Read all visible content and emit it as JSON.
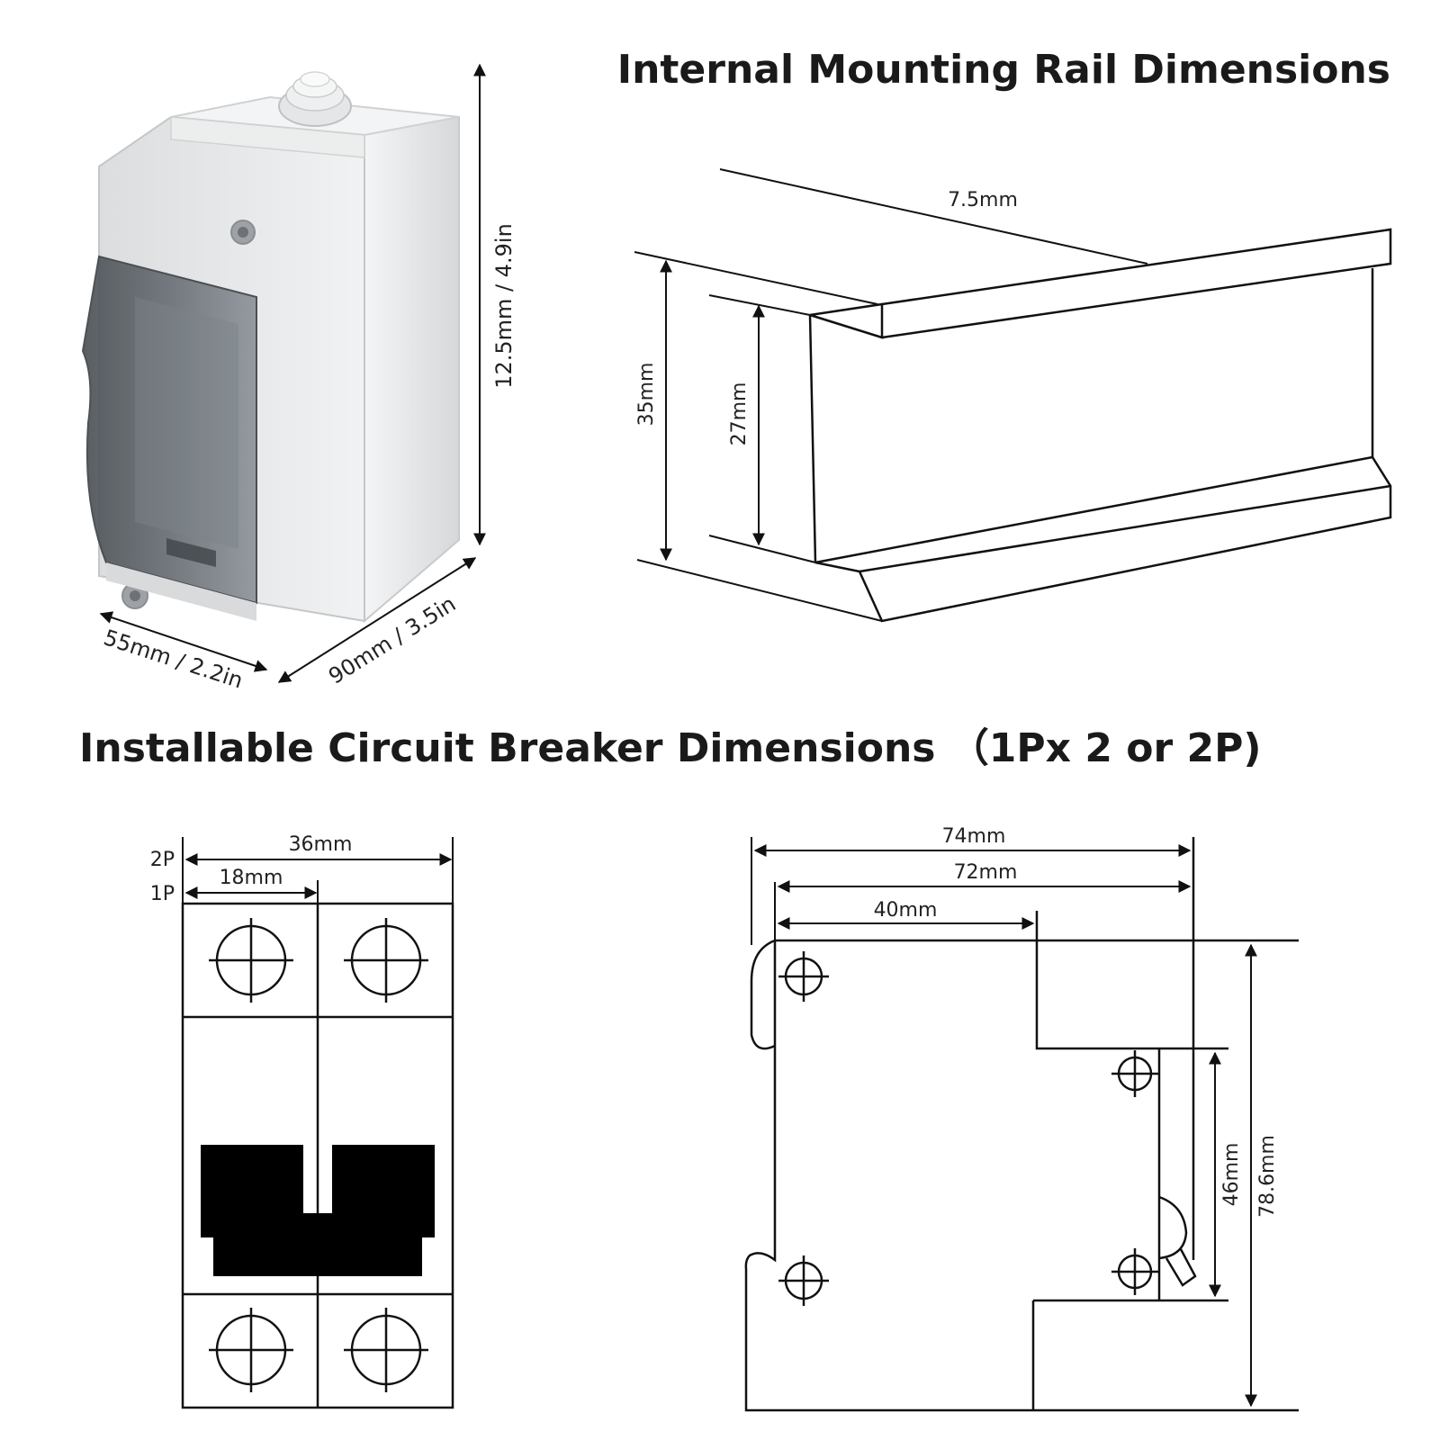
{
  "titles": {
    "rail": "Internal Mounting Rail Dimensions",
    "breaker": "Installable Circuit Breaker Dimensions （1Px 2 or 2P)"
  },
  "box": {
    "height": "12.5mm / 4.9in",
    "width": "55mm / 2.2in",
    "depth": "90mm / 3.5in"
  },
  "rail": {
    "lip": "7.5mm",
    "outer_height": "35mm",
    "inner_height": "27mm"
  },
  "front": {
    "label_2p": "2P",
    "label_1p": "1P",
    "width_2p": "36mm",
    "width_1p": "18mm"
  },
  "side": {
    "w74": "74mm",
    "w72": "72mm",
    "w40": "40mm",
    "h46": "46mm",
    "h786": "78.6mm"
  },
  "colors": {
    "enclosure": "#e9eaeb",
    "window": "#5b6066",
    "line": "#111111"
  }
}
